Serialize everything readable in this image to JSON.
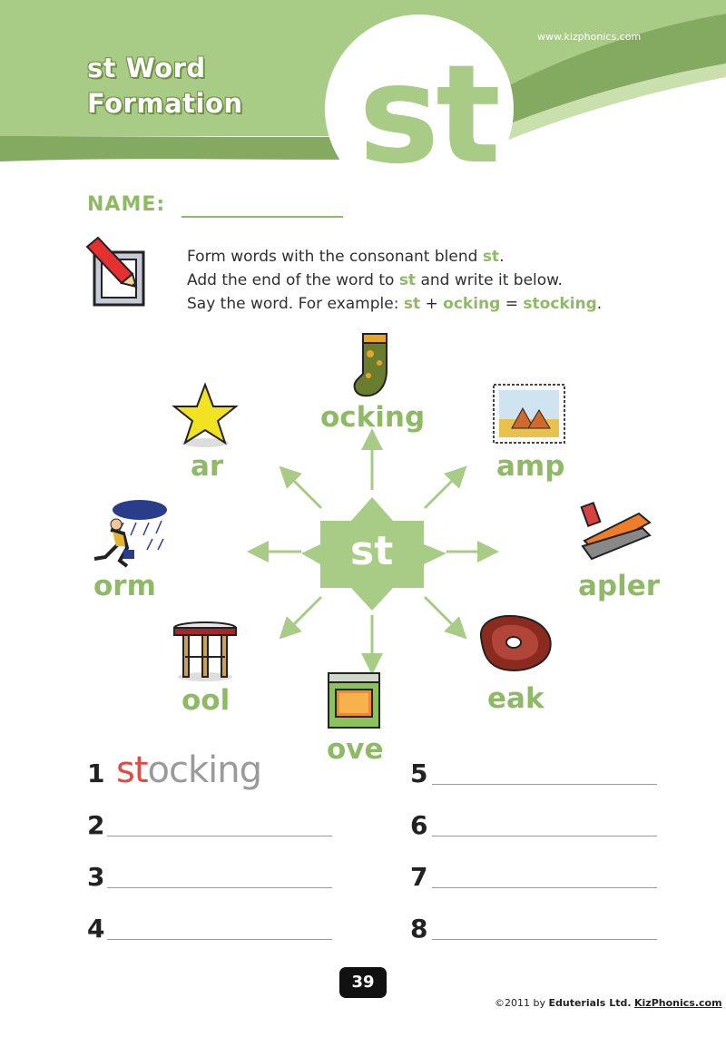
{
  "header": {
    "title_line1": "st Word",
    "title_line2": "Formation",
    "website": "www.kizphonics.com",
    "big_letters": "st"
  },
  "name_label": "NAME:",
  "instructions": {
    "line1_a": "Form words with the consonant blend ",
    "line1_b": "st",
    "line1_c": ".",
    "line2_a": "Add the end of the word to ",
    "line2_b": "st",
    "line2_c": " and write it below.",
    "line3_a": "Say the word. For example: ",
    "line3_b": "st",
    "line3_c": " + ",
    "line3_d": "ocking",
    "line3_e": " = ",
    "line3_f": "stocking",
    "line3_g": "."
  },
  "center": "st",
  "endings": {
    "ocking": "ocking",
    "amp": "amp",
    "apler": "apler",
    "eak": "eak",
    "ove": "ove",
    "ool": "ool",
    "orm": "orm",
    "ar": "ar"
  },
  "answers": {
    "n1": "1",
    "n2": "2",
    "n3": "3",
    "n4": "4",
    "n5": "5",
    "n6": "6",
    "n7": "7",
    "n8": "8",
    "example_red": "st",
    "example_rest": "ocking"
  },
  "footer": {
    "page_number": "39",
    "copyright_a": "©2011 by ",
    "copyright_company": "Eduterials Ltd.",
    "copyright_site": "KizPhonics.com"
  },
  "colors": {
    "accent": "#8fba65",
    "light_green": "#a8cb85",
    "header_green": "#b5d590"
  },
  "icons": [
    "pencil-checkbox-icon",
    "sock-icon",
    "stamp-icon",
    "stapler-icon",
    "steak-icon",
    "stove-icon",
    "stool-icon",
    "storm-man-icon",
    "star-icon"
  ]
}
